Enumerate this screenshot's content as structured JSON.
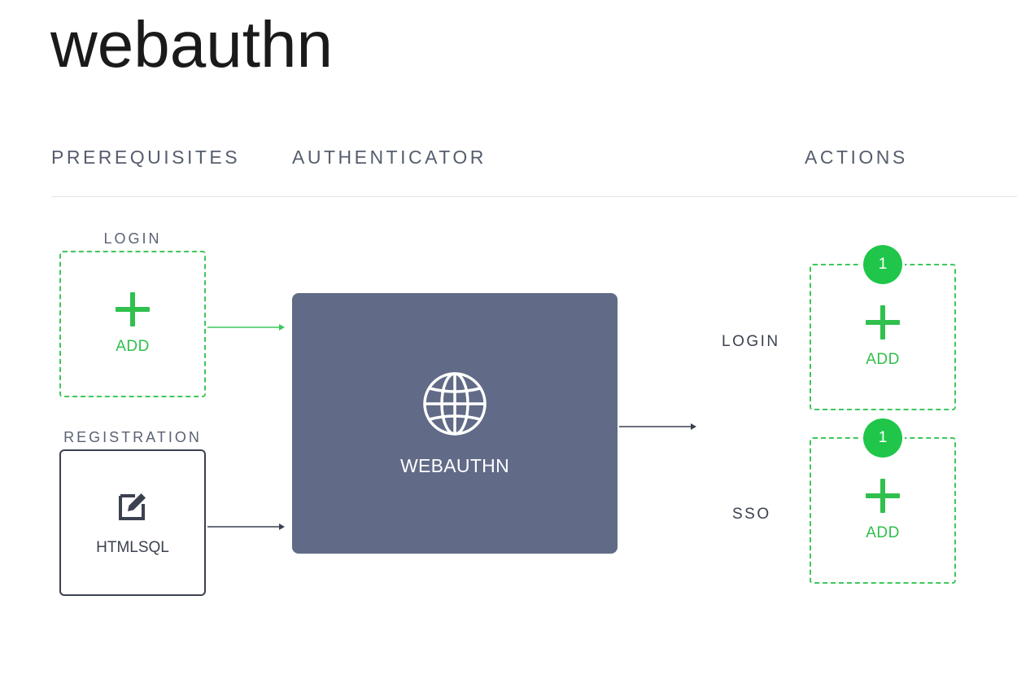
{
  "page": {
    "title": "webauthn"
  },
  "columns": {
    "prerequisites": "PREREQUISITES",
    "authenticator": "AUTHENTICATOR",
    "actions": "ACTIONS"
  },
  "prerequisites": {
    "login": {
      "label": "LOGIN",
      "add_label": "ADD"
    },
    "registration": {
      "label": "REGISTRATION",
      "method": "HTMLSQL"
    }
  },
  "authenticator": {
    "label": "WEBAUTHN"
  },
  "actions": {
    "login": {
      "label": "LOGIN",
      "badge": "1",
      "add_label": "ADD"
    },
    "sso": {
      "label": "SSO",
      "badge": "1",
      "add_label": "ADD"
    }
  },
  "colors": {
    "accent_green": "#2fc04d",
    "authenticator_bg": "#616b87",
    "text_dark": "#3c4150"
  },
  "icons": {
    "authenticator": "globe-icon",
    "registration_method": "edit-icon",
    "add": "plus-icon"
  }
}
